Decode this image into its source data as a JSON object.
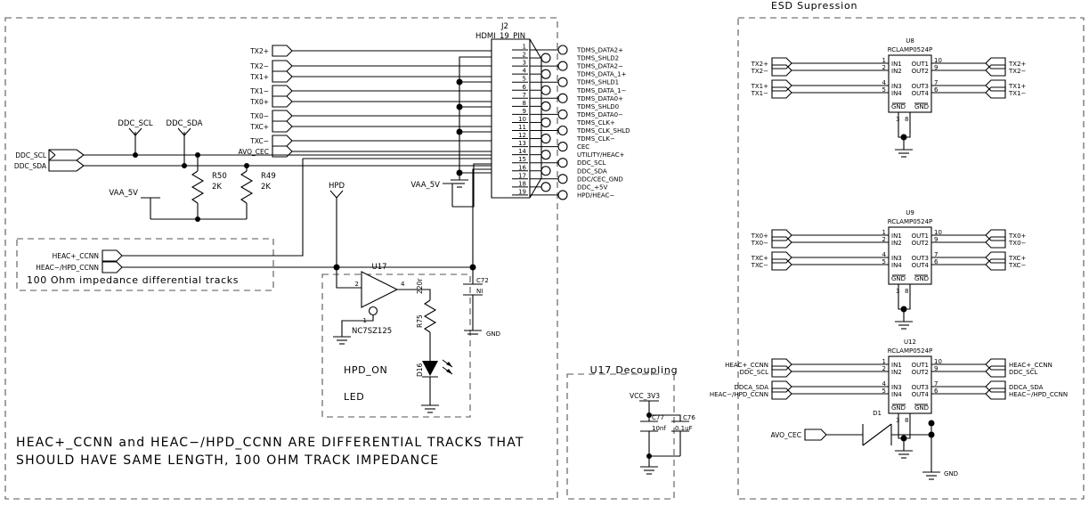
{
  "sheet": {
    "title_esd": "ESD Supression",
    "note_line1": "HEAC+_CCNN and HEAC−/HPD_CCNN ARE DIFFERENTIAL TRACKS THAT",
    "note_line2": "SHOULD HAVE SAME LENGTH, 100 OHM TRACK IMPEDANCE",
    "note_diff_box": "100 Ohm impedance differential tracks",
    "title_decoupling": "U17 Decoupling"
  },
  "connector": {
    "ref": "J2",
    "type": "HDMI_19_PIN",
    "pin_numbers": [
      "1",
      "2",
      "3",
      "4",
      "5",
      "6",
      "7",
      "8",
      "9",
      "10",
      "11",
      "12",
      "13",
      "14",
      "15",
      "16",
      "17",
      "18",
      "19"
    ],
    "pin_names": [
      "TDMS_DATA2+",
      "TDMS_SHLD2",
      "TDMS_DATA2−",
      "TDMS_DATA_1+",
      "TDMS_SHLD1",
      "TDMS_DATA_1−",
      "TDMS_DATA0+",
      "TDMS_SHLD0",
      "TDMS_DATA0−",
      "TDMS_CLK+",
      "TDMS_CLK_SHLD",
      "TDMS_CLK−",
      "CEC",
      "UTILITY/HEAC+",
      "DDC_SCL",
      "DDC_SDA",
      "DDC/CEC_GND",
      "DDC_+5V",
      "HPD/HEAC−"
    ]
  },
  "left_ports": {
    "signals": [
      "TX2+",
      "TX2−",
      "TX1+",
      "TX1−",
      "TX0+",
      "TX0−",
      "TXC+",
      "TXC−",
      "AVO_CEC"
    ],
    "ddc": [
      "DDC_SCL",
      "DDC_SDA"
    ],
    "heac": [
      "HEAC+_CCNN",
      "HEAC−/HPD_CCNN"
    ]
  },
  "nets": {
    "ddc_scl": "DDC_SCL",
    "ddc_sda": "DDC_SDA",
    "hpd": "HPD",
    "vaa_5v_left": "VAA_5V",
    "vaa_5v_right": "VAA_5V",
    "gnd": "GND",
    "vcc_3v3": "VCC_3V3"
  },
  "components": {
    "r50": {
      "ref": "R50",
      "value": "2K"
    },
    "r49": {
      "ref": "R49",
      "value": "2K"
    },
    "c72": {
      "ref": "C72",
      "value": "NI"
    },
    "u17": {
      "ref": "U17",
      "part": "NC7SZ125",
      "pin_in": "2",
      "pin_out": "4",
      "pin_oe": "1"
    },
    "r75": {
      "ref": "R75",
      "value": "220r"
    },
    "d16": {
      "ref": "D16",
      "label_line1": "HPD_ON",
      "label_line2": "LED"
    },
    "c77": {
      "ref": "C77",
      "value": "10nf"
    },
    "c76": {
      "ref": "C76",
      "value": "0.1uF"
    },
    "d1": {
      "ref": "D1"
    }
  },
  "esd": {
    "part": "RCLAMP0524P",
    "in_pin_labels": [
      "IN1",
      "IN2",
      "IN3",
      "IN4"
    ],
    "out_pin_labels": [
      "OUT1",
      "OUT2",
      "OUT3",
      "OUT4"
    ],
    "gnd_pin_labels": [
      "GND",
      "GND"
    ],
    "in_pin_numbers": [
      "1",
      "2",
      "4",
      "5"
    ],
    "out_pin_numbers": [
      "10",
      "9",
      "7",
      "6"
    ],
    "gnd_pin_numbers": [
      "3",
      "8"
    ],
    "blocks": [
      {
        "ref": "U8",
        "left_signals": [
          "TX2+",
          "TX2−",
          "TX1+",
          "TX1−"
        ],
        "right_signals": [
          "TX2+",
          "TX2−",
          "TX1+",
          "TX1−"
        ]
      },
      {
        "ref": "U9",
        "left_signals": [
          "TX0+",
          "TX0−",
          "TXC+",
          "TXC−"
        ],
        "right_signals": [
          "TX0+",
          "TX0−",
          "TXC+",
          "TXC−"
        ]
      },
      {
        "ref": "U12",
        "left_signals": [
          "HEAC+_CCNN",
          "DDC_SCL",
          "DDCA_SDA",
          "HEAC−/HPD_CCNN"
        ],
        "right_signals": [
          "HEAC+_CCNN",
          "DDC_SCL",
          "DDCA_SDA",
          "HEAC−/HPD_CCNN"
        ]
      }
    ],
    "cec_port": "AVO_CEC",
    "gnd_label": "GND"
  },
  "colors": {
    "wire": "#000000",
    "dashed_border": "#555555",
    "background": "#ffffff"
  }
}
